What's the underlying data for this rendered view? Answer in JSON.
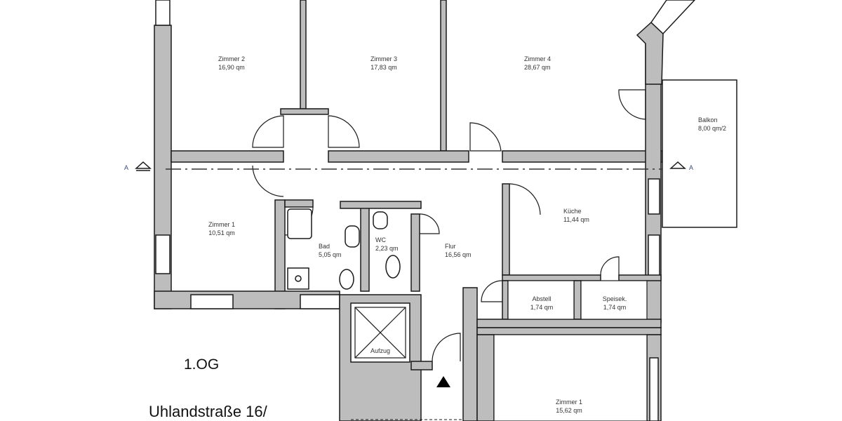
{
  "plan": {
    "floor_label": "1.OG",
    "address": "Uhlandstraße 16/",
    "section_marker": "A",
    "rooms": [
      {
        "name": "Zimmer 2",
        "area": "16,90 qm"
      },
      {
        "name": "Zimmer 3",
        "area": "17,83 qm"
      },
      {
        "name": "Zimmer 4",
        "area": "28,67 qm"
      },
      {
        "name": "Balkon",
        "area": "8,00 qm/2"
      },
      {
        "name": "Zimmer 1",
        "area": "10,51 qm"
      },
      {
        "name": "Bad",
        "area": "5,05 qm"
      },
      {
        "name": "WC",
        "area": "2,23  qm"
      },
      {
        "name": "Flur",
        "area": "16,56 qm"
      },
      {
        "name": "Küche",
        "area": "11,44 qm"
      },
      {
        "name": "Abstell",
        "area": "1,74 qm"
      },
      {
        "name": "Speisek.",
        "area": "1,74 qm"
      },
      {
        "name": "Zimmer 1",
        "area": "15,62 qm"
      }
    ],
    "elevator_label": "Aufzug",
    "colors": {
      "wall_fill": "#bdbdbd",
      "line": "#1a1a1a",
      "text": "#333333",
      "section_text": "#3a4a7a"
    }
  }
}
